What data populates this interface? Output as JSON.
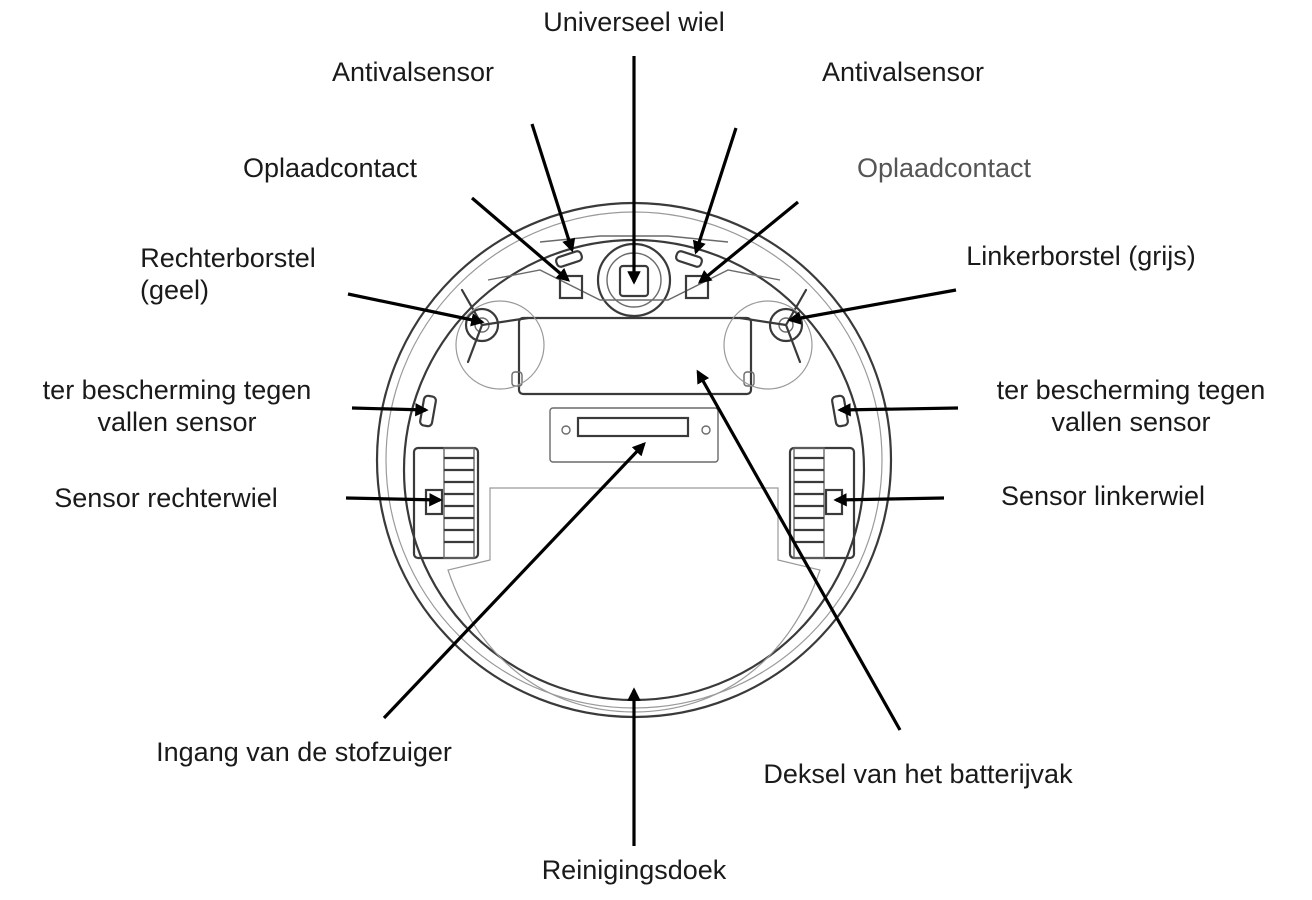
{
  "labels": {
    "universal_wheel": "Universeel wiel",
    "anti_fall_left": "Antivalsensor",
    "anti_fall_right": "Antivalsensor",
    "charge_contact_left": "Oplaadcontact",
    "charge_contact_right": "Oplaadcontact",
    "right_brush_line1": "Rechterborstel",
    "right_brush_line2": "(geel)",
    "left_brush": "Linkerborstel (grijs)",
    "fall_sensor_left_line1": "ter bescherming tegen",
    "fall_sensor_left_line2": "vallen sensor",
    "fall_sensor_right_line1": "ter bescherming tegen",
    "fall_sensor_right_line2": "vallen sensor",
    "right_wheel_sensor": "Sensor rechterwiel",
    "left_wheel_sensor": "Sensor linkerwiel",
    "vacuum_inlet": "Ingang van de stofzuiger",
    "battery_cover": "Deksel van het batterijvak",
    "cleaning_cloth": "Reinigingsdoek"
  }
}
